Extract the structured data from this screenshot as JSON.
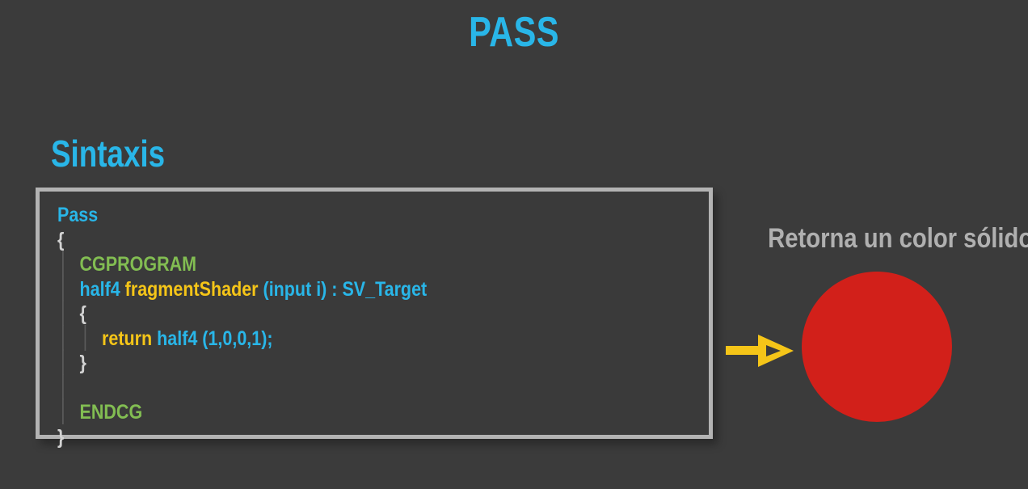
{
  "slide": {
    "title": "PASS",
    "background_color": "#3b3b3b"
  },
  "section": {
    "heading": "Sintaxis",
    "heading_color": "#29b6e8"
  },
  "code_panel": {
    "border_color": "#b3b3b3",
    "background_color": "#3a3a3a",
    "language": "ShaderLab / CG",
    "lines": [
      {
        "indent": 0,
        "tokens": [
          {
            "text": "Pass",
            "class": "tok-key"
          }
        ]
      },
      {
        "indent": 0,
        "tokens": [
          {
            "text": "{",
            "class": "tok-brace"
          }
        ]
      },
      {
        "indent": 1,
        "tokens": [
          {
            "text": "CGPROGRAM",
            "class": "tok-pre"
          }
        ]
      },
      {
        "indent": 1,
        "tokens": [
          {
            "text": "half4 ",
            "class": "tok-type"
          },
          {
            "text": "fragmentShader ",
            "class": "tok-func"
          },
          {
            "text": "(input i) : SV_Target",
            "class": "tok-params"
          }
        ]
      },
      {
        "indent": 1,
        "tokens": [
          {
            "text": "{",
            "class": "tok-brace"
          }
        ]
      },
      {
        "indent": 2,
        "tokens": [
          {
            "text": "return ",
            "class": "tok-ret"
          },
          {
            "text": "half4 (1,0,0,1);",
            "class": "tok-num"
          }
        ]
      },
      {
        "indent": 1,
        "tokens": [
          {
            "text": "}",
            "class": "tok-brace"
          }
        ]
      },
      {
        "indent": 1,
        "tokens": [
          {
            "text": "",
            "class": "tok-brace"
          }
        ]
      },
      {
        "indent": 1,
        "tokens": [
          {
            "text": "ENDCG",
            "class": "tok-pre"
          }
        ]
      },
      {
        "indent": 0,
        "tokens": [
          {
            "text": "}",
            "class": "tok-brace"
          }
        ]
      }
    ],
    "colors": {
      "keyword": "#29b6e8",
      "brace": "#d2d2d2",
      "preprocessor": "#82bd52",
      "function": "#f5c518",
      "return": "#f5c518",
      "type": "#29b6e8",
      "number": "#29b6e8"
    }
  },
  "result": {
    "caption": "Retorna un color sólido",
    "caption_color": "#b0b0b0",
    "arrow_color": "#f5c518",
    "swatch_color": "#d2201a",
    "swatch_shape": "circle"
  }
}
